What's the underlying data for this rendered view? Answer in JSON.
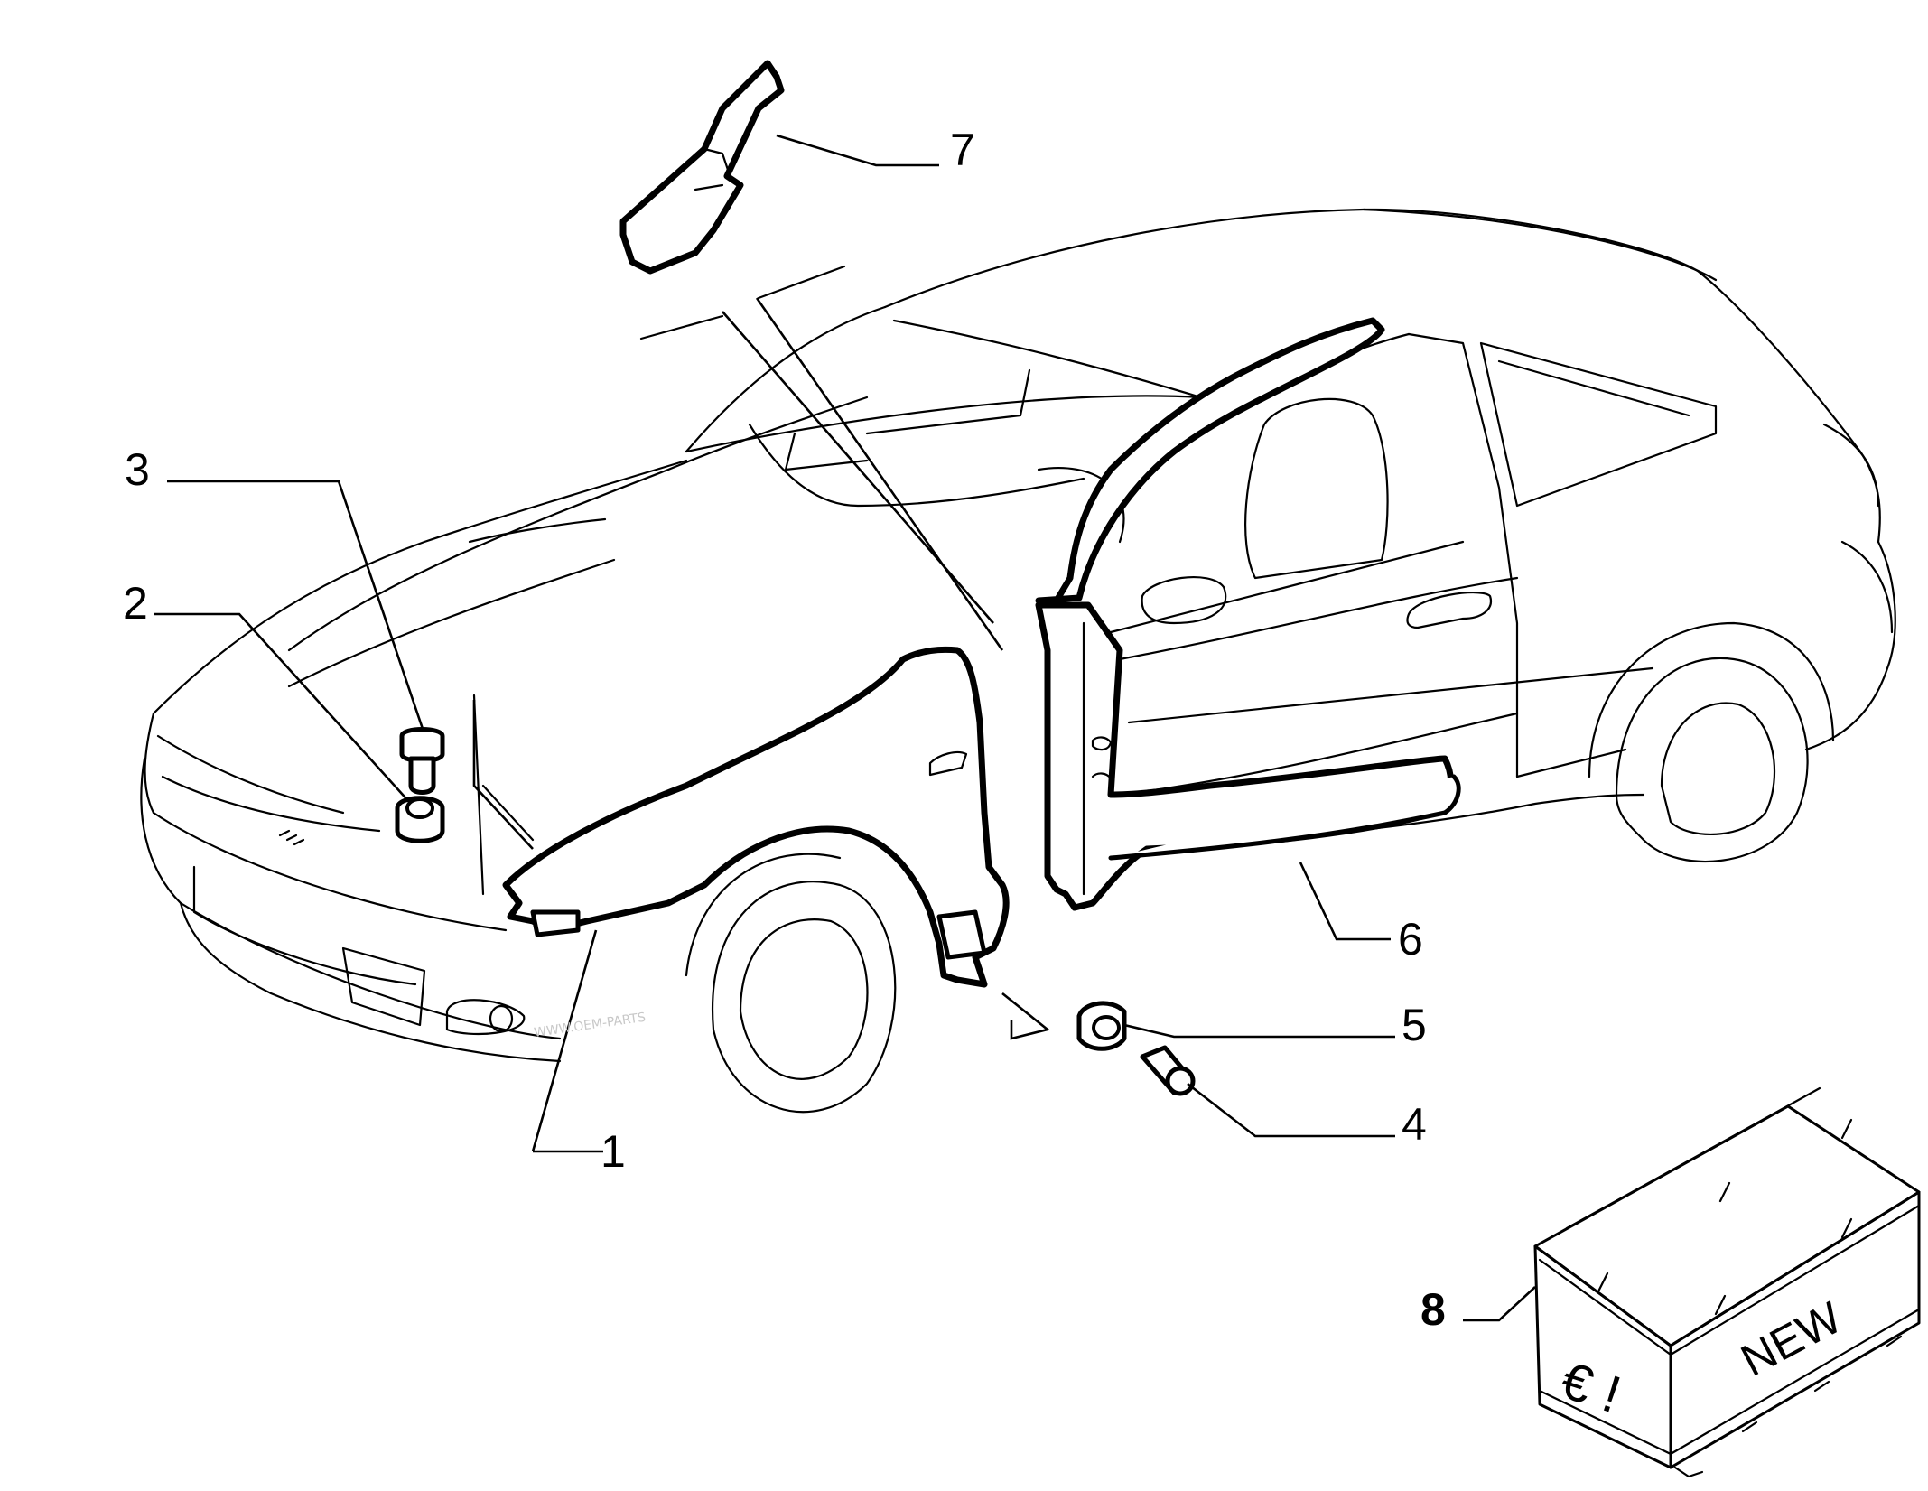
{
  "diagram": {
    "callouts": {
      "c1": "1",
      "c2": "2",
      "c3": "3",
      "c4": "4",
      "c5": "5",
      "c6": "6",
      "c7": "7",
      "c8": "8"
    },
    "crate": {
      "new_label": "NEW",
      "euro_label": "€ !"
    },
    "watermark": "WWW.OEM-PARTS"
  }
}
